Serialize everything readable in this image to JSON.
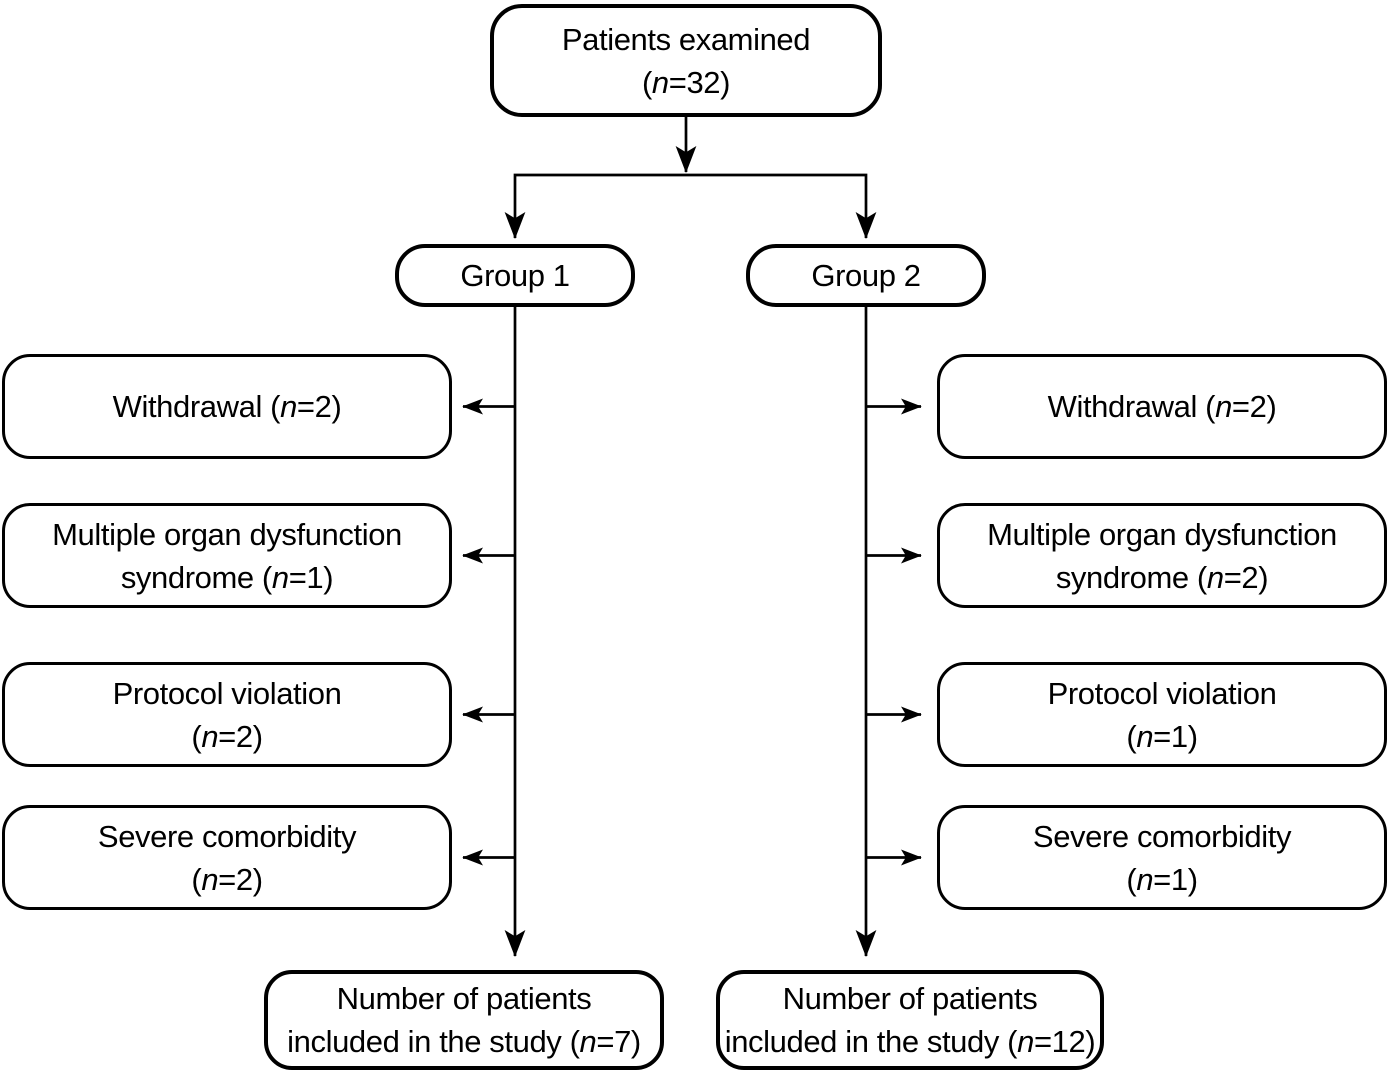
{
  "colors": {
    "background": "#ffffff",
    "box_fill": "#ffffff",
    "box_border": "#000000",
    "connector": "#000000",
    "text": "#000000"
  },
  "flowchart": {
    "root": {
      "lines": [
        "Patients examined",
        "(n=32)"
      ]
    },
    "group1": {
      "lines": [
        "Group 1"
      ]
    },
    "group2": {
      "lines": [
        "Group 2"
      ]
    },
    "group1_exclusions": [
      {
        "lines": [
          "Withdrawal (n=2)",
          ""
        ]
      },
      {
        "lines": [
          "Multiple organ dysfunction",
          "syndrome (n=1)"
        ]
      },
      {
        "lines": [
          "Protocol violation",
          "(n=2)"
        ]
      },
      {
        "lines": [
          "Severe comorbidity",
          "(n=2)"
        ]
      }
    ],
    "group2_exclusions": [
      {
        "lines": [
          "Withdrawal (n=2)",
          ""
        ]
      },
      {
        "lines": [
          "Multiple organ dysfunction",
          "syndrome (n=2)"
        ]
      },
      {
        "lines": [
          "Protocol violation",
          "(n=1)"
        ]
      },
      {
        "lines": [
          "Severe comorbidity",
          "(n=1)"
        ]
      }
    ],
    "group1_included": {
      "lines": [
        "Number of patients",
        "included in the study (n=7)"
      ]
    },
    "group2_included": {
      "lines": [
        "Number of patients",
        "included in the study (n=12)"
      ]
    }
  }
}
